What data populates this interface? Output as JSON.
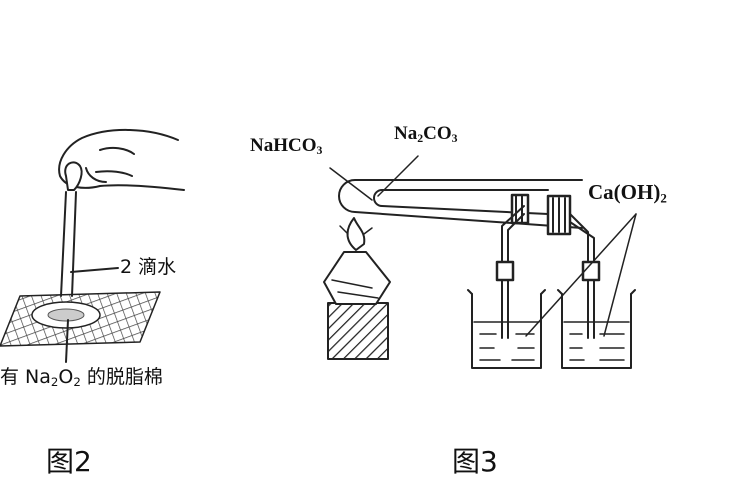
{
  "figure2": {
    "caption": "图2",
    "label_water": "2 滴水",
    "label_cotton_prefix": "有 Na",
    "label_cotton_sub1": "2",
    "label_cotton_mid": "O",
    "label_cotton_sub2": "2",
    "label_cotton_suffix": " 的脱脂棉"
  },
  "figure3": {
    "caption": "图3",
    "label_nahco3_main": "NaHCO",
    "label_nahco3_sub": "3",
    "label_na2co3_a": "Na",
    "label_na2co3_sub1": "2",
    "label_na2co3_b": "CO",
    "label_na2co3_sub2": "3",
    "label_caoh2_main": "Ca(OH)",
    "label_caoh2_sub": "2"
  }
}
